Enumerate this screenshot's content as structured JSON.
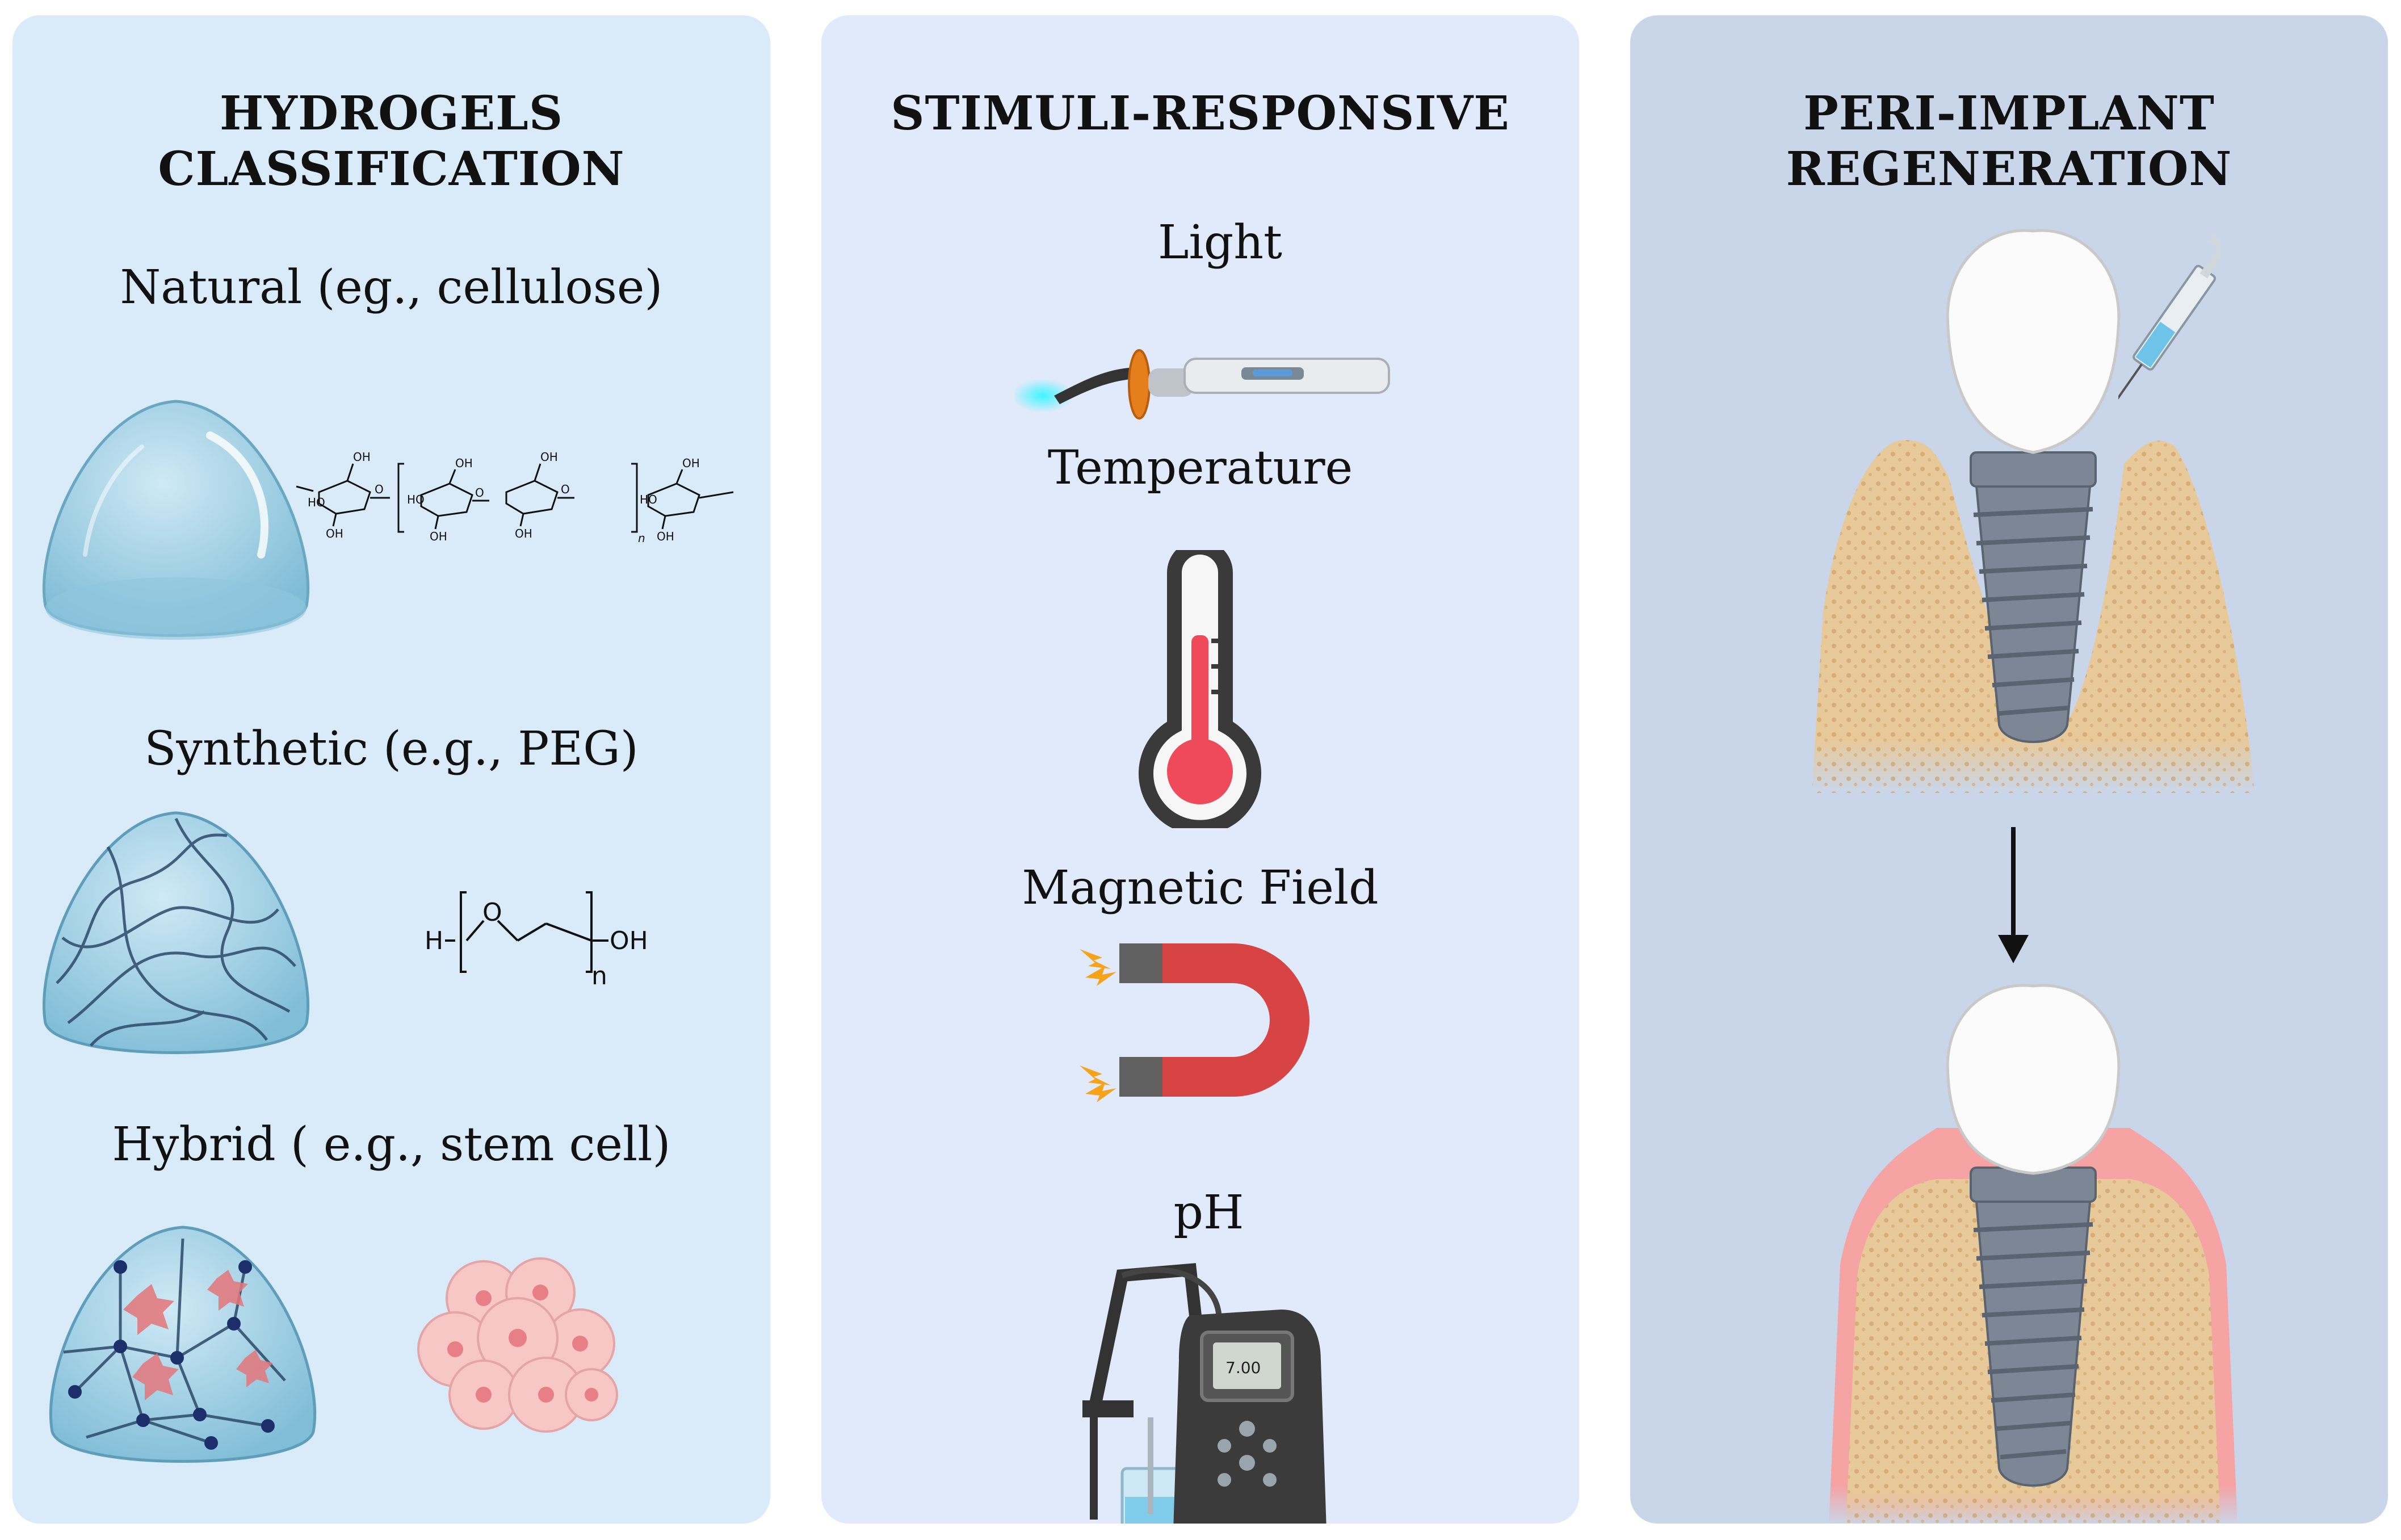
{
  "panels": {
    "classification": {
      "title": "HYDROGELS\nCLASSIFICATION",
      "natural_label": "Natural (eg., cellulose)",
      "synthetic_label": "Synthetic (e.g., PEG)",
      "hybrid_label": "Hybrid ( e.g., stem cell)"
    },
    "stimuli": {
      "title": "STIMULI-RESPONSIVE",
      "light_label": "Light",
      "temperature_label": "Temperature",
      "magnetic_label": "Magnetic Field",
      "ph_label": "pH",
      "ph_meter_reading": "7.00"
    },
    "regeneration": {
      "title": "PERI-IMPLANT\nREGENERATION"
    }
  },
  "chem": {
    "oh": "OH",
    "ho": "HO",
    "o": "O",
    "n": "n",
    "h": "H"
  },
  "colors": {
    "panel1_bg": "#d9eaf9",
    "panel2_bg": "#e1eafa",
    "panel3_bg": "#c9d6ea",
    "gel": "#9fd0e6",
    "bone": "#e8c99a",
    "implant": "#7c8694",
    "magnet_red": "#d84343",
    "gum": "#f5a3a3"
  },
  "icons": [
    "hydrogel-dome-icon",
    "cellulose-structure-icon",
    "peg-structure-icon",
    "stem-cell-cluster-icon",
    "curing-light-icon",
    "thermometer-icon",
    "magnet-icon",
    "ph-meter-icon",
    "dental-implant-icon",
    "syringe-icon",
    "arrow-down-icon"
  ]
}
